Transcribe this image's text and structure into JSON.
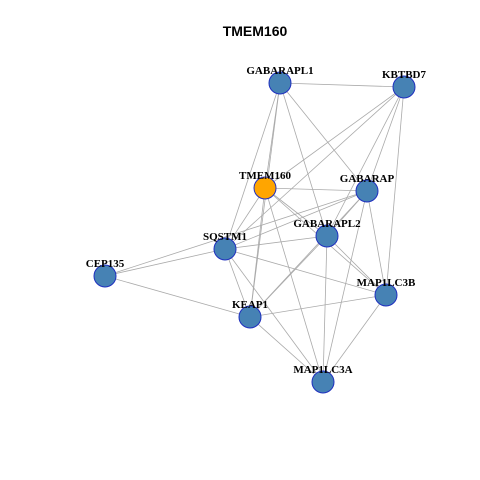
{
  "title": "TMEM160",
  "colors": {
    "node_default": "#4682b4",
    "node_focus": "#ffa500",
    "node_border": "#1f2fbf",
    "edge": "#aaaaaa"
  },
  "nodes": [
    {
      "id": "GABARAPL1",
      "label": "GABARAPL1",
      "focus": false
    },
    {
      "id": "KBTBD7",
      "label": "KBTBD7",
      "focus": false
    },
    {
      "id": "TMEM160",
      "label": "TMEM160",
      "focus": true
    },
    {
      "id": "GABARAP",
      "label": "GABARAP",
      "focus": false
    },
    {
      "id": "GABARAPL2",
      "label": "GABARAPL2",
      "focus": false
    },
    {
      "id": "SQSTM1",
      "label": "SQSTM1",
      "focus": false
    },
    {
      "id": "CEP135",
      "label": "CEP135",
      "focus": false
    },
    {
      "id": "MAP1LC3B",
      "label": "MAP1LC3B",
      "focus": false
    },
    {
      "id": "KEAP1",
      "label": "KEAP1",
      "focus": false
    },
    {
      "id": "MAP1LC3A",
      "label": "MAP1LC3A",
      "focus": false
    }
  ],
  "edges": [
    [
      "GABARAPL1",
      "KBTBD7"
    ],
    [
      "GABARAPL1",
      "TMEM160"
    ],
    [
      "GABARAPL1",
      "GABARAP"
    ],
    [
      "GABARAPL1",
      "GABARAPL2"
    ],
    [
      "GABARAPL1",
      "SQSTM1"
    ],
    [
      "GABARAPL1",
      "KEAP1"
    ],
    [
      "KBTBD7",
      "TMEM160"
    ],
    [
      "KBTBD7",
      "GABARAP"
    ],
    [
      "KBTBD7",
      "GABARAPL2"
    ],
    [
      "KBTBD7",
      "MAP1LC3B"
    ],
    [
      "KBTBD7",
      "SQSTM1"
    ],
    [
      "TMEM160",
      "GABARAP"
    ],
    [
      "TMEM160",
      "GABARAPL2"
    ],
    [
      "TMEM160",
      "SQSTM1"
    ],
    [
      "TMEM160",
      "KEAP1"
    ],
    [
      "TMEM160",
      "MAP1LC3B"
    ],
    [
      "TMEM160",
      "MAP1LC3A"
    ],
    [
      "GABARAP",
      "GABARAPL2"
    ],
    [
      "GABARAP",
      "SQSTM1"
    ],
    [
      "GABARAP",
      "KEAP1"
    ],
    [
      "GABARAP",
      "MAP1LC3B"
    ],
    [
      "GABARAP",
      "MAP1LC3A"
    ],
    [
      "GABARAPL2",
      "SQSTM1"
    ],
    [
      "GABARAPL2",
      "KEAP1"
    ],
    [
      "GABARAPL2",
      "MAP1LC3B"
    ],
    [
      "GABARAPL2",
      "MAP1LC3A"
    ],
    [
      "SQSTM1",
      "CEP135"
    ],
    [
      "SQSTM1",
      "KEAP1"
    ],
    [
      "SQSTM1",
      "MAP1LC3B"
    ],
    [
      "SQSTM1",
      "MAP1LC3A"
    ],
    [
      "CEP135",
      "KEAP1"
    ],
    [
      "CEP135",
      "GABARAP"
    ],
    [
      "KEAP1",
      "MAP1LC3B"
    ],
    [
      "KEAP1",
      "MAP1LC3A"
    ],
    [
      "MAP1LC3B",
      "MAP1LC3A"
    ]
  ]
}
